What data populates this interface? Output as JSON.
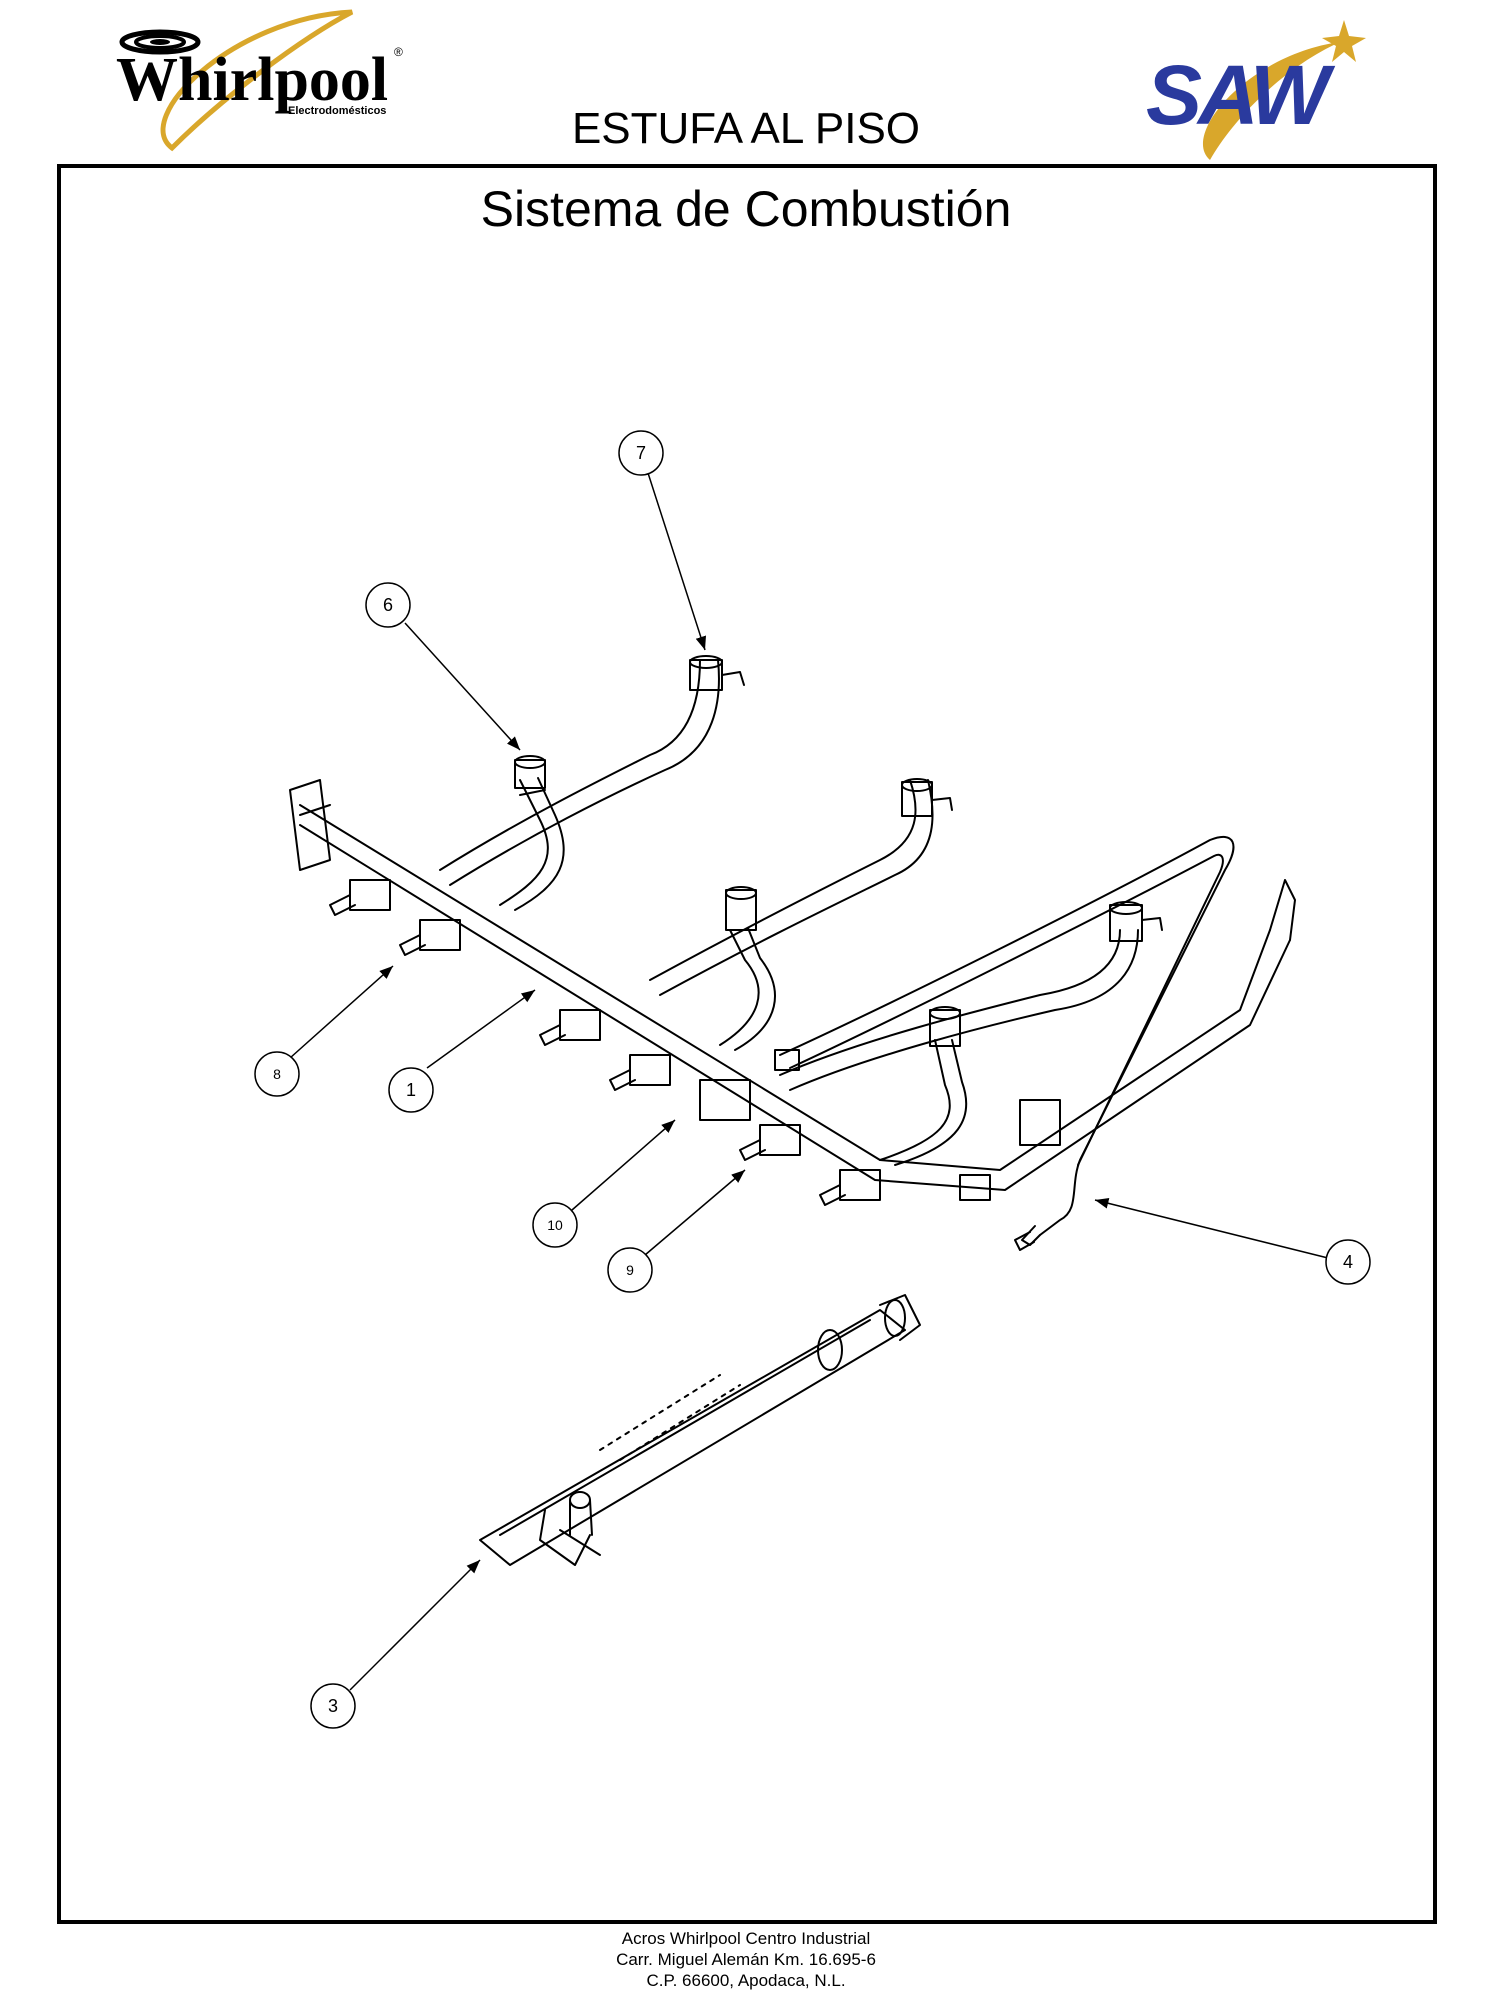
{
  "header": {
    "whirlpool_logo": {
      "wordmark": "Whirlpool",
      "registered": "®",
      "tagline": "Electrodomésticos",
      "icon": "whirlpool-swirl-logo"
    },
    "saw_logo": {
      "wordmark": "SAW",
      "icon": "saw-star-logo"
    },
    "document_title": "ESTUFA AL PISO"
  },
  "main": {
    "section_title": "Sistema de Combustión",
    "callouts": [
      "7",
      "6",
      "8",
      "1",
      "10",
      "9",
      "4",
      "3"
    ]
  },
  "footer": {
    "line1": "Acros Whirlpool Centro Industrial",
    "line2": "Carr. Miguel Alemán Km. 16.695-6",
    "line3": "C.P. 66600, Apodaca, N.L."
  },
  "colors": {
    "whirlpool_gold": "#d9a72b",
    "saw_blue": "#2a3a9e",
    "saw_gold": "#d9a72b",
    "line": "#000000"
  }
}
